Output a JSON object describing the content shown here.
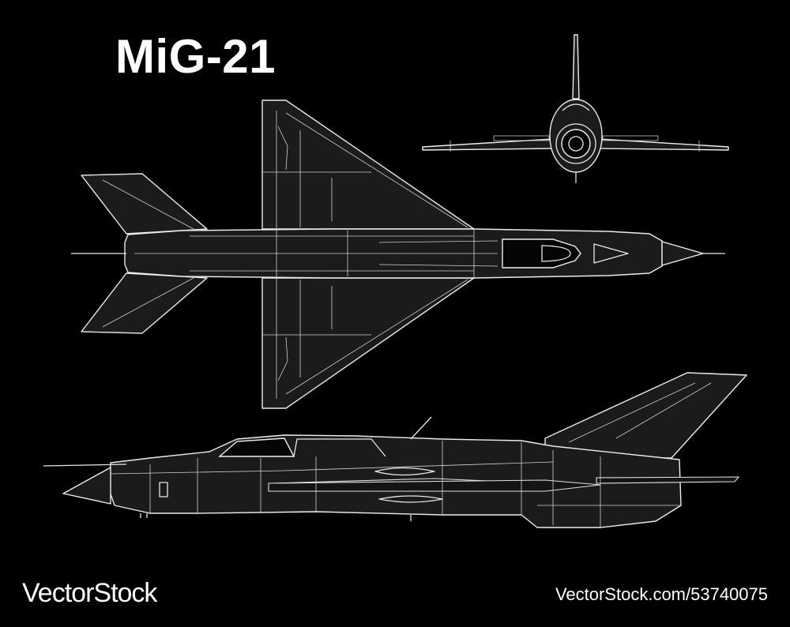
{
  "title": "MiG-21",
  "footer": {
    "brand": "VectorStock",
    "image_id": "VectorStock.com/53740075"
  },
  "colors": {
    "background": "#000000",
    "line": "#e8e8e8",
    "fill": "#1b1b1b"
  }
}
